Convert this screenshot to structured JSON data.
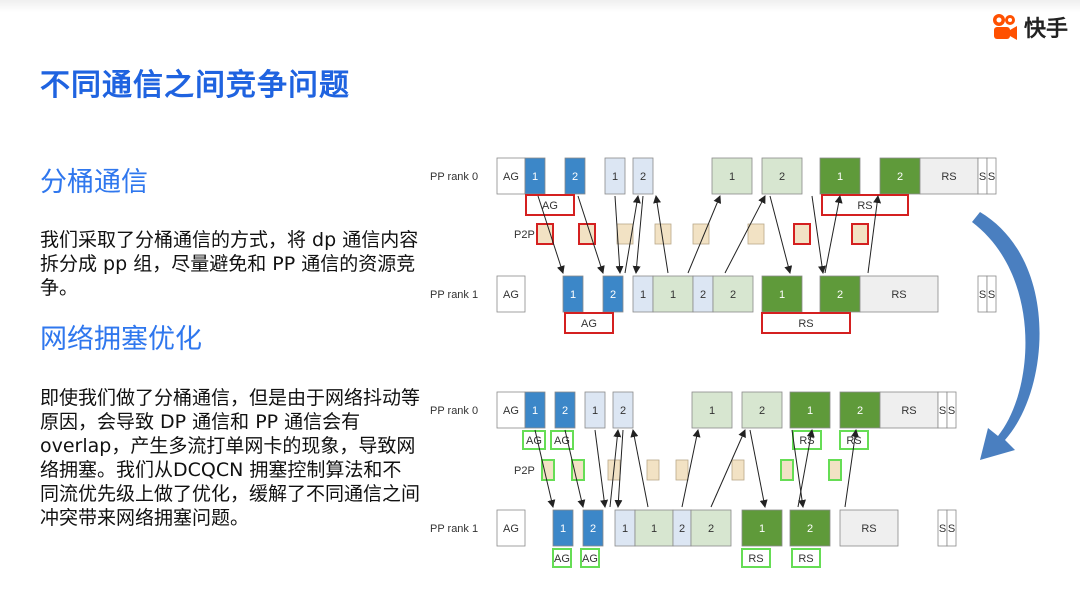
{
  "logo": {
    "text": "快手",
    "icon": "kuaishou-logo-icon",
    "color": "#ff5000"
  },
  "title": "不同通信之间竞争问题",
  "sections": [
    {
      "heading": "分桶通信",
      "paragraph": "我们采取了分桶通信的方式，将 dp 通信内容拆分成 pp 组，尽量避免和 PP 通信的资源竞争。"
    },
    {
      "heading": "网络拥塞优化",
      "paragraph": "即使我们做了分桶通信，但是由于网络抖动等原因，会导致 DP 通信和 PP 通信会有 overlap，产生多流打单网卡的现象，导致网络拥塞。我们从DCQCN 拥塞控制算法和不同流优先级上做了优化，缓解了不同通信之间冲突带来网络拥塞问题。"
    }
  ],
  "diagram": {
    "colors": {
      "blue": "#3c87c8",
      "light_blue": "#dce6f3",
      "green": "#5f9a3a",
      "light_green": "#d7e6d0",
      "gray": "#efefef",
      "p2p": "#f2e2c4",
      "red": "#d42020",
      "bright_green": "#66dd55",
      "arrow": "#4a7fc0"
    },
    "top": {
      "label_rank0": "PP rank 0",
      "label_rank1": "PP rank 1",
      "label_p2p": "P2P",
      "ag": "AG",
      "rs": "RS",
      "s": "S",
      "b1": "1",
      "b2": "2"
    },
    "bottom": {
      "label_rank0": "PP rank 0",
      "label_rank1": "PP rank 1",
      "label_p2p": "P2P",
      "ag": "AG",
      "rs": "RS",
      "s": "S",
      "b1": "1",
      "b2": "2"
    }
  }
}
